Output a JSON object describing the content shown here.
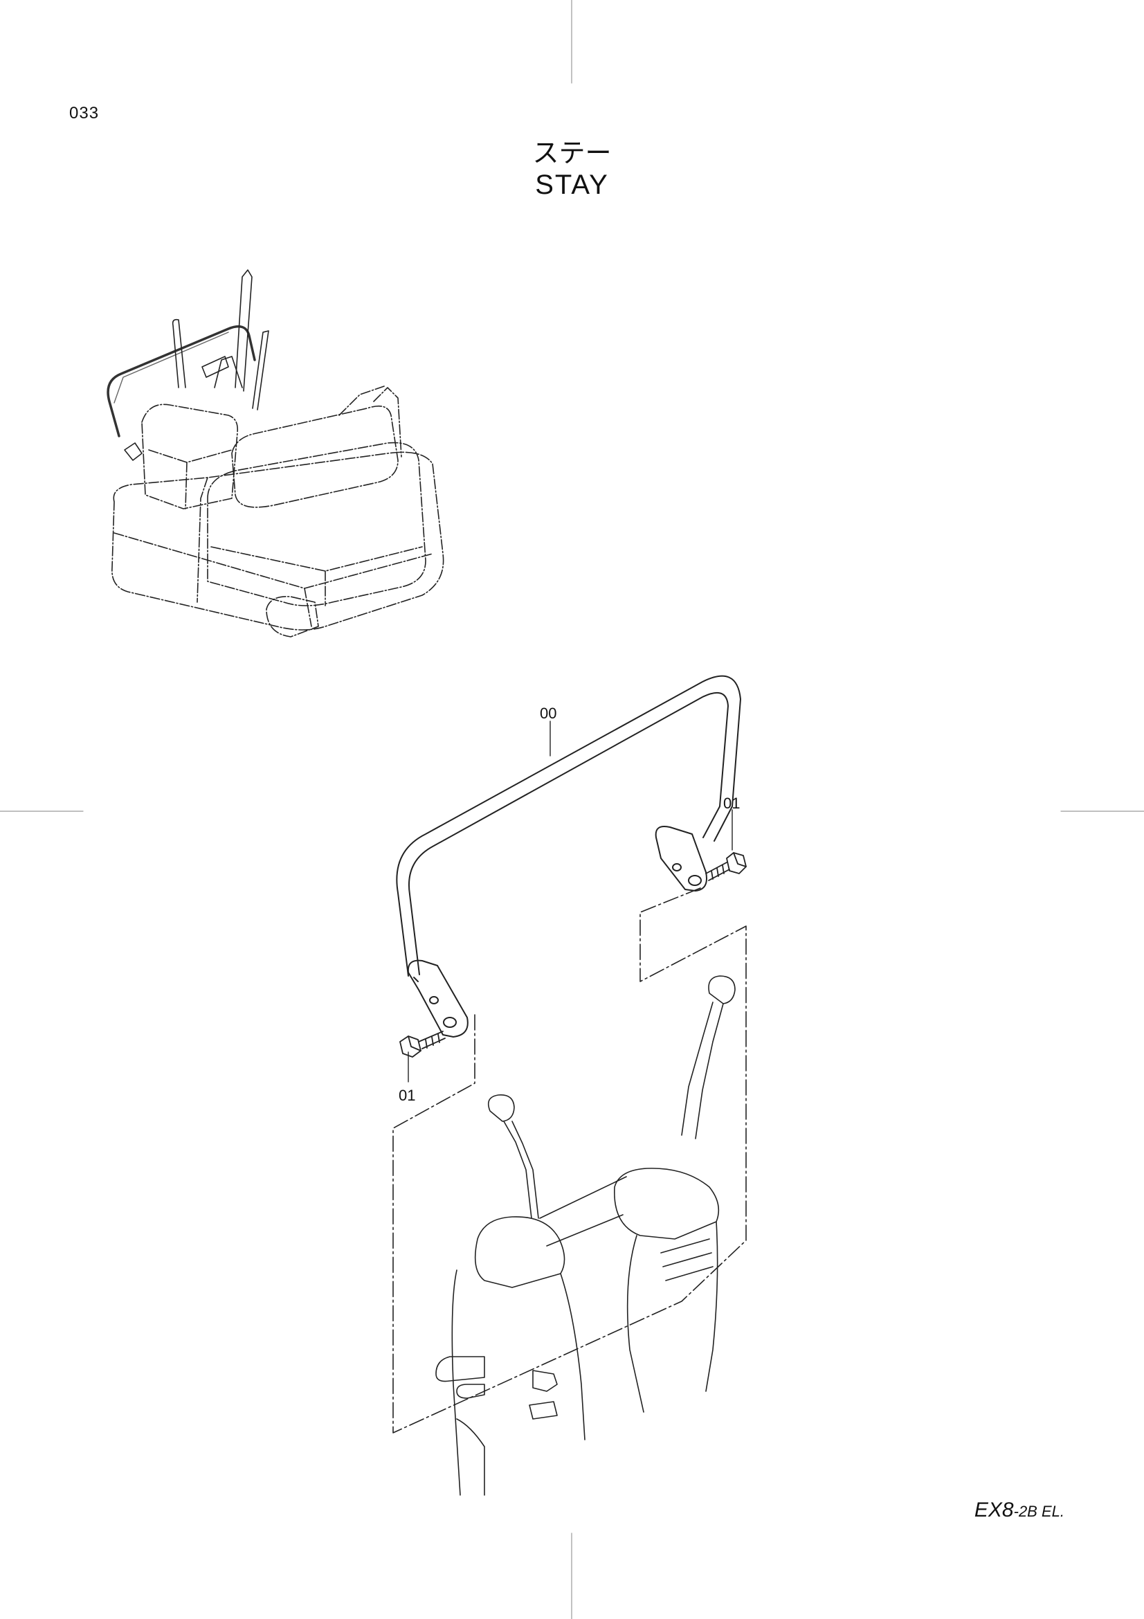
{
  "page": {
    "number": "033",
    "title_jp": "ステー",
    "title_en": "STAY"
  },
  "callouts": [
    {
      "id": "stay-bar",
      "label": "00"
    },
    {
      "id": "bolt-right",
      "label": "01"
    },
    {
      "id": "bolt-left",
      "label": "01"
    }
  ],
  "footer": {
    "model_main": "EX8",
    "model_suffix": "-2B EL."
  }
}
